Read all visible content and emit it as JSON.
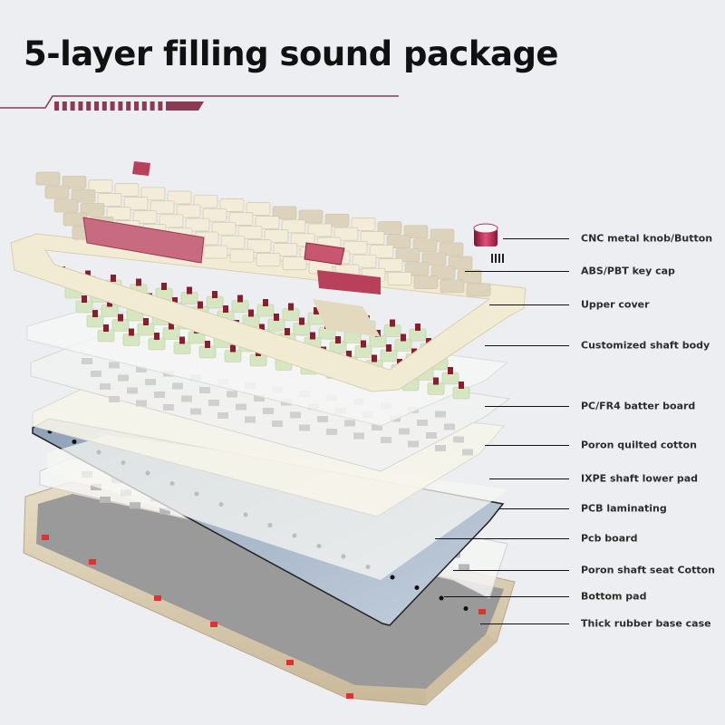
{
  "title": "5-layer filling sound package",
  "colors": {
    "background": "#eceef1",
    "accent": "#8a3a52",
    "keycap_cream": "#f2ecd8",
    "keycap_beige": "#ddd2bb",
    "keycap_red": "#b44a62",
    "case": "#d8cbb0",
    "pcb": "#a9b9cc",
    "switch_green": "#d5e6c0",
    "switch_stem": "#8b1e2e"
  },
  "accent_bar": {
    "segments": 14
  },
  "layers": [
    {
      "id": "knob",
      "label": "CNC metal knob/Button"
    },
    {
      "id": "keycap",
      "label": "ABS/PBT key cap"
    },
    {
      "id": "upper-cover",
      "label": "Upper cover"
    },
    {
      "id": "shaft-body",
      "label": "Customized shaft body"
    },
    {
      "id": "batter-board",
      "label": "PC/FR4 batter board"
    },
    {
      "id": "poron-quilted",
      "label": "Poron quilted cotton"
    },
    {
      "id": "ixpe-pad",
      "label": "IXPE shaft lower pad"
    },
    {
      "id": "pcb-laminating",
      "label": "PCB laminating"
    },
    {
      "id": "pcb-board",
      "label": "Pcb board"
    },
    {
      "id": "poron-seat",
      "label": "Poron shaft seat Cotton"
    },
    {
      "id": "bottom-pad",
      "label": "Bottom pad"
    },
    {
      "id": "base-case",
      "label": "Thick rubber base case"
    }
  ]
}
